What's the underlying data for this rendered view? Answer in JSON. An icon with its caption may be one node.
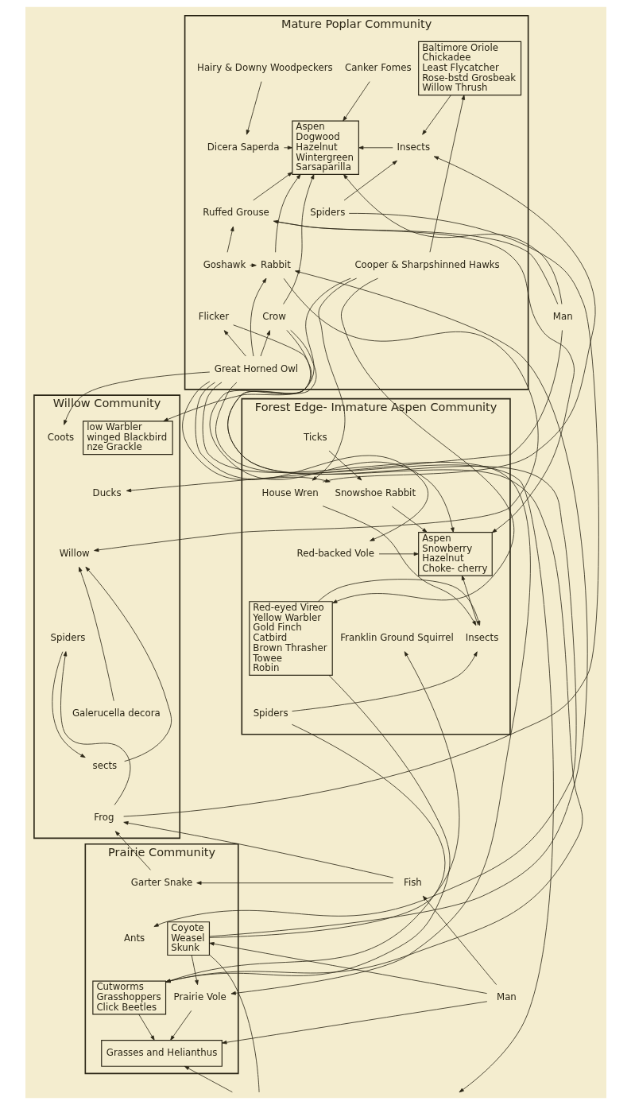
{
  "diagram": {
    "nodes": [
      {
        "text": [
          "Mature Poplar Community"
        ]
      },
      {
        "text": [
          "Baltimore Oriole",
          "Chickadee",
          "Least Flycatcher",
          "Rose-bstd Grosbeak",
          "Willow Thrush"
        ],
        "in": 0
      },
      {
        "text": [
          "Canker Fomes"
        ],
        "in": 0
      },
      {
        "text": [
          "Hairy & Downy Woodpeckers"
        ],
        "in": 0
      },
      {
        "text": [
          "Aspen",
          "Dogwood",
          "Hazelnut",
          "Wintergreen",
          "Sarsaparilla"
        ],
        "in": 0
      },
      {
        "text": [
          "Dicera Saperda"
        ],
        "in": 0
      },
      {
        "text": [
          "Insects"
        ],
        "in": 0
      },
      {
        "text": [
          "Spiders"
        ],
        "in": 0
      },
      {
        "text": [
          "Ruffed Grouse"
        ],
        "in": 0
      },
      {
        "text": [
          "Cooper & Sharpshinned Hawks"
        ],
        "in": 0
      },
      {
        "text": [
          "Goshawk"
        ],
        "in": 0
      },
      {
        "text": [
          "Rabbit"
        ],
        "in": 0
      },
      {
        "text": [
          "Crow"
        ],
        "in": 0
      },
      {
        "text": [
          "Flicker"
        ],
        "in": 0
      },
      {
        "text": [
          "Man"
        ]
      },
      {
        "text": [
          "Great Horned Owl"
        ],
        "in": 0
      },
      {
        "text": [
          "Willow Community"
        ]
      },
      {
        "text": [
          "Forest Edge- Immature Aspen Community"
        ]
      },
      {
        "text": [
          "low Warbler",
          "winged Blackbird",
          "nze Grackle"
        ],
        "in": 16
      },
      {
        "text": [
          "Coots"
        ],
        "in": 16
      },
      {
        "text": [
          "Ticks"
        ],
        "in": 17
      },
      {
        "text": [
          "Ducks"
        ],
        "in": 16
      },
      {
        "text": [
          "Snowshoe Rabbit"
        ],
        "in": 17
      },
      {
        "text": [
          "House Wren"
        ],
        "in": 17
      },
      {
        "text": [
          "Aspen",
          "Snowberry",
          "Hazelnut",
          "Choke- cherry"
        ],
        "in": 17
      },
      {
        "text": [
          "Red-backed Vole"
        ],
        "in": 17
      },
      {
        "text": [
          "Franklin Ground Squirrel"
        ],
        "in": 17
      },
      {
        "text": [
          "Willow"
        ],
        "in": 16
      },
      {
        "text": [
          "Red-eyed Vireo",
          "Yellow Warbler",
          "Gold Finch",
          "Catbird",
          "Brown Thrasher",
          "Towee",
          "Robin"
        ],
        "in": 17
      },
      {
        "text": [
          "Spiders"
        ],
        "in": 16
      },
      {
        "text": [
          "Insects"
        ],
        "in": 17
      },
      {
        "text": [
          "Galerucella decora"
        ],
        "in": 16
      },
      {
        "text": [
          "Spiders"
        ],
        "in": 17
      },
      {
        "text": [
          "sects"
        ],
        "in": 16
      },
      {
        "text": [
          "Frog"
        ],
        "in": 16
      },
      {
        "text": [
          "Prairie Community"
        ]
      },
      {
        "text": [
          "Garter Snake"
        ],
        "in": 35
      },
      {
        "text": [
          "Fish"
        ]
      },
      {
        "text": [
          "Coyote",
          "Weasel",
          "Skunk"
        ],
        "in": 35
      },
      {
        "text": [
          "Ants"
        ],
        "in": 35
      },
      {
        "text": [
          "Prairie Vole"
        ],
        "in": 35
      },
      {
        "text": [
          "Cutworms",
          "Grasshoppers",
          "Click Beetles"
        ],
        "in": 35
      },
      {
        "text": [
          "Man"
        ]
      },
      {
        "text": [
          "Grasses and Helianthus"
        ],
        "in": 35
      }
    ],
    "edges": [
      {
        "from": 2,
        "to": 4,
        "arrow": "to"
      },
      {
        "from": 3,
        "to": 5,
        "arrow": "to"
      },
      {
        "from": 5,
        "to": 4,
        "arrow": "to"
      },
      {
        "from": 6,
        "to": 4,
        "arrow": "to"
      },
      {
        "from": 8,
        "to": 4,
        "arrow": "to"
      },
      {
        "from": 1,
        "to": 6,
        "arrow": "to"
      },
      {
        "from": 7,
        "to": 6,
        "arrow": "to"
      },
      {
        "from": 10,
        "to": 8,
        "arrow": "to"
      },
      {
        "from": 14,
        "to": 8,
        "arrow": "to"
      },
      {
        "from": 14,
        "to": 4,
        "arrow": "to"
      },
      {
        "from": 10,
        "to": 11,
        "arrow": "to"
      },
      {
        "from": 11,
        "to": 4,
        "arrow": "to"
      },
      {
        "from": 9,
        "to": 1,
        "arrow": "to"
      },
      {
        "from": 12,
        "to": 4,
        "arrow": "to"
      },
      {
        "from": 15,
        "to": 12,
        "arrow": "to"
      },
      {
        "from": 15,
        "to": 13,
        "arrow": "to"
      },
      {
        "from": 15,
        "to": 11,
        "arrow": "to"
      },
      {
        "from": 38,
        "to": 11,
        "arrow": "to"
      },
      {
        "from": 9,
        "to": 18,
        "arrow": "to"
      },
      {
        "from": 15,
        "to": 19,
        "arrow": "to"
      },
      {
        "from": 14,
        "to": 21,
        "arrow": "to"
      },
      {
        "from": 11,
        "to": 27,
        "arrow": "to"
      },
      {
        "from": 34,
        "to": 7,
        "arrow": "none"
      },
      {
        "from": 9,
        "to": 23,
        "arrow": "to"
      },
      {
        "from": 23,
        "to": 6,
        "arrow": "to"
      },
      {
        "from": 9,
        "to": 28,
        "arrow": "to"
      },
      {
        "from": 12,
        "to": 24,
        "arrow": "to"
      },
      {
        "from": 12,
        "to": 41,
        "arrow": "to"
      },
      {
        "from": 15,
        "to": 22,
        "arrow": "to"
      },
      {
        "from": 15,
        "to": 25,
        "arrow": "to"
      },
      {
        "from": 20,
        "to": 22,
        "arrow": "to"
      },
      {
        "from": 22,
        "to": 24,
        "arrow": "to"
      },
      {
        "from": 8,
        "to": 24,
        "arrow": "to"
      },
      {
        "from": 25,
        "to": 24,
        "arrow": "to"
      },
      {
        "from": 23,
        "to": 30,
        "arrow": "to"
      },
      {
        "from": 28,
        "to": 30,
        "arrow": "to"
      },
      {
        "from": 30,
        "to": 24,
        "arrow": "to"
      },
      {
        "from": 32,
        "to": 30,
        "arrow": "to"
      },
      {
        "from": 32,
        "to": 41,
        "arrow": "to"
      },
      {
        "from": 28,
        "to": 41,
        "arrow": "to"
      },
      {
        "from": 13,
        "to": 39,
        "arrow": "to"
      },
      {
        "from": 38,
        "to": 26,
        "arrow": "to"
      },
      {
        "from": 31,
        "to": 27,
        "arrow": "to"
      },
      {
        "from": 33,
        "to": 27,
        "arrow": "to"
      },
      {
        "from": 29,
        "to": 33,
        "arrow": "to"
      },
      {
        "from": 34,
        "to": 29,
        "arrow": "to"
      },
      {
        "from": 37,
        "to": 34,
        "arrow": "to"
      },
      {
        "from": 36,
        "to": 34,
        "arrow": "to"
      },
      {
        "from": 37,
        "to": 36,
        "arrow": "to"
      },
      {
        "from": 42,
        "to": 37,
        "arrow": "to"
      },
      {
        "from": 42,
        "to": 38,
        "arrow": "to"
      },
      {
        "from": 42,
        "to": 43,
        "arrow": "to"
      },
      {
        "from": 15,
        "to": 40,
        "arrow": "to"
      },
      {
        "from": 38,
        "to": 40,
        "arrow": "to"
      },
      {
        "from": 40,
        "to": 43,
        "arrow": "to"
      },
      {
        "from": 41,
        "to": 43,
        "arrow": "to"
      },
      {
        "from": null,
        "to": 43,
        "arrow": "to"
      },
      {
        "from": 38,
        "to": null,
        "arrow": "none"
      },
      {
        "from": 15,
        "to": null,
        "arrow": "to"
      }
    ]
  }
}
